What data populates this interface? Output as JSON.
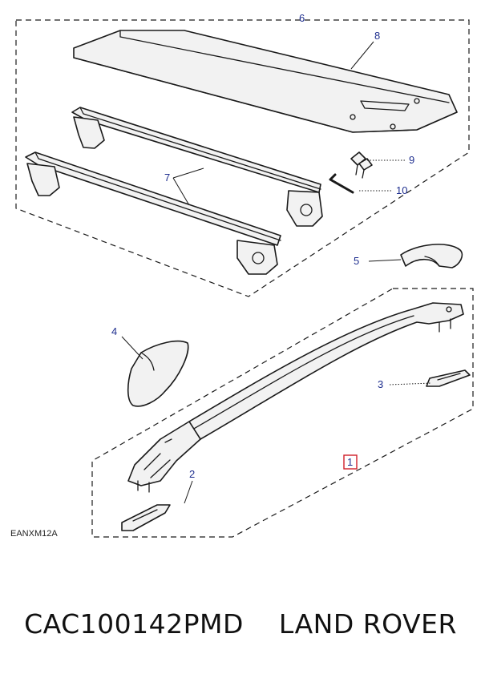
{
  "diagram": {
    "drawing_code": "EANXM12A",
    "callouts": {
      "c1": "1",
      "c2": "2",
      "c3": "3",
      "c4": "4",
      "c5": "5",
      "c6": "6",
      "c7": "7",
      "c8": "8",
      "c9": "9",
      "c10": "10"
    },
    "highlight_color": "#d0202a",
    "callout_color": "#1f2f8f"
  },
  "footer": {
    "part_number": "CAC100142PMD",
    "brand": "LAND ROVER"
  }
}
